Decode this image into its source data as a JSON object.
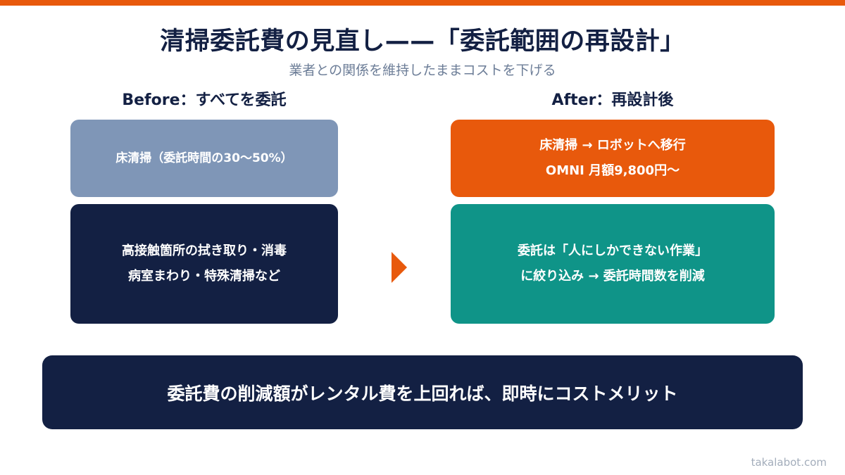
{
  "header": {
    "title": "清掃委託費の見直し——「委託範囲の再設計」",
    "subtitle": "業者との関係を維持したままコストを下げる"
  },
  "before": {
    "heading": "Before：すべてを委託",
    "box1_lines": [
      "床清掃（委託時間の30〜50%）"
    ],
    "box2_lines": [
      "高接触箇所の拭き取り・消毒",
      "病室まわり・特殊清掃など"
    ]
  },
  "after": {
    "heading": "After：再設計後",
    "box1_lines": [
      "床清掃 → ロボットへ移行",
      "OMNI 月額9,800円〜"
    ],
    "box2_lines": [
      "委託は「人にしかできない作業」",
      "に絞り込み → 委託時間数を削減"
    ]
  },
  "banner": {
    "text": "委託費の削減額がレンタル費を上回れば、即時にコストメリット"
  },
  "footer": {
    "site": "takalabot.com"
  },
  "colors": {
    "accent_orange": "#e8590c",
    "navy": "#132043",
    "slate_blue": "#7f96b7",
    "teal": "#0f9488"
  }
}
